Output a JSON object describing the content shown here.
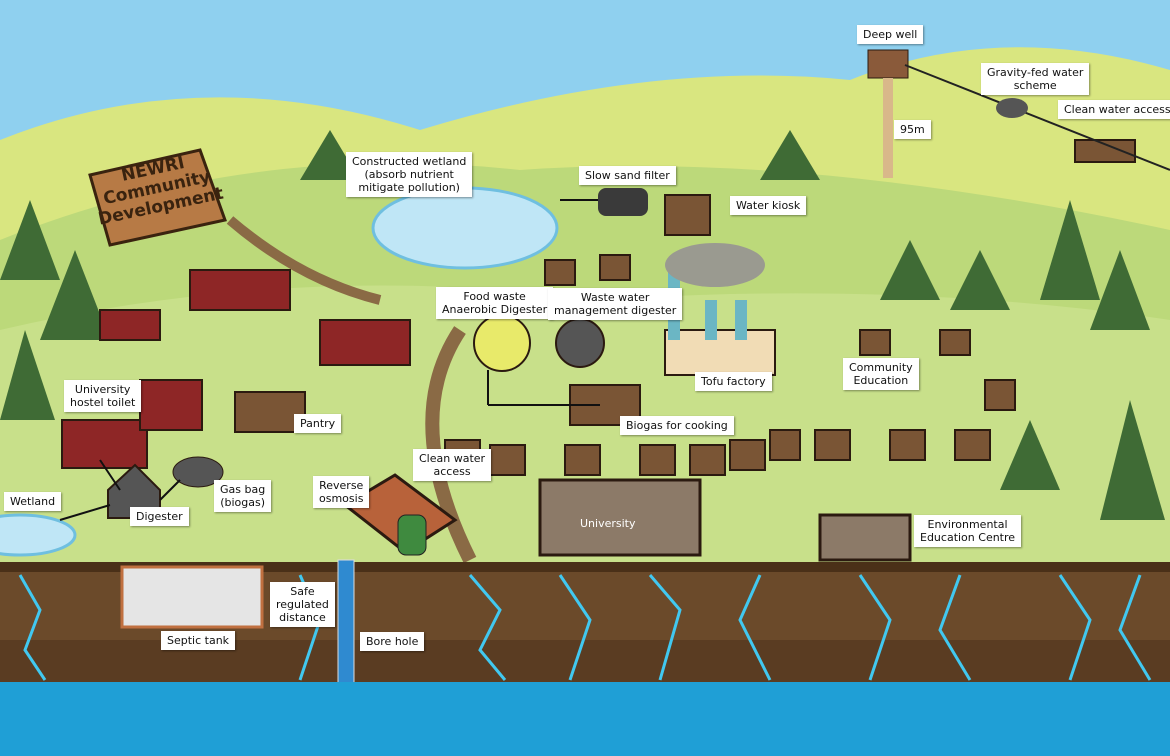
{
  "sign": {
    "line1": "NEWRI",
    "line2": "Community",
    "line3": "Development"
  },
  "labels": {
    "deep_well": "Deep well",
    "gravity_fed_1": "Gravity-fed water",
    "gravity_fed_2": "scheme",
    "clean_water_access_top": "Clean water access",
    "depth": "95m",
    "wetland_c1": "Constructed wetland",
    "wetland_c2": "(absorb nutrient",
    "wetland_c3": "mitigate pollution)",
    "slow_sand_filter": "Slow sand filter",
    "water_kiosk": "Water kiosk",
    "food_waste_1": "Food waste",
    "food_waste_2": "Anaerobic Digester",
    "waste_water_1": "Waste water",
    "waste_water_2": "management digester",
    "tofu_factory": "Tofu factory",
    "community_ed_1": "Community",
    "community_ed_2": "Education",
    "hostel_1": "University",
    "hostel_2": "hostel toilet",
    "pantry": "Pantry",
    "biogas_cooking": "Biogas for cooking",
    "clean_water_1": "Clean water",
    "clean_water_2": "access",
    "ro_1": "Reverse",
    "ro_2": "osmosis",
    "gas_bag_1": "Gas bag",
    "gas_bag_2": "(biogas)",
    "wetland": "Wetland",
    "digester": "Digester",
    "university": "University",
    "env_ed_1": "Environmental",
    "env_ed_2": "Education Centre",
    "safe_1": "Safe",
    "safe_2": "regulated",
    "safe_3": "distance",
    "septic_tank": "Septic tank",
    "bore_hole": "Bore hole"
  },
  "colors": {
    "sky": "#8fd0ef",
    "grass": "#c8e08a",
    "soil": "#6b4a2a",
    "water": "#1f9fd6",
    "trees": "#3f6b35"
  }
}
